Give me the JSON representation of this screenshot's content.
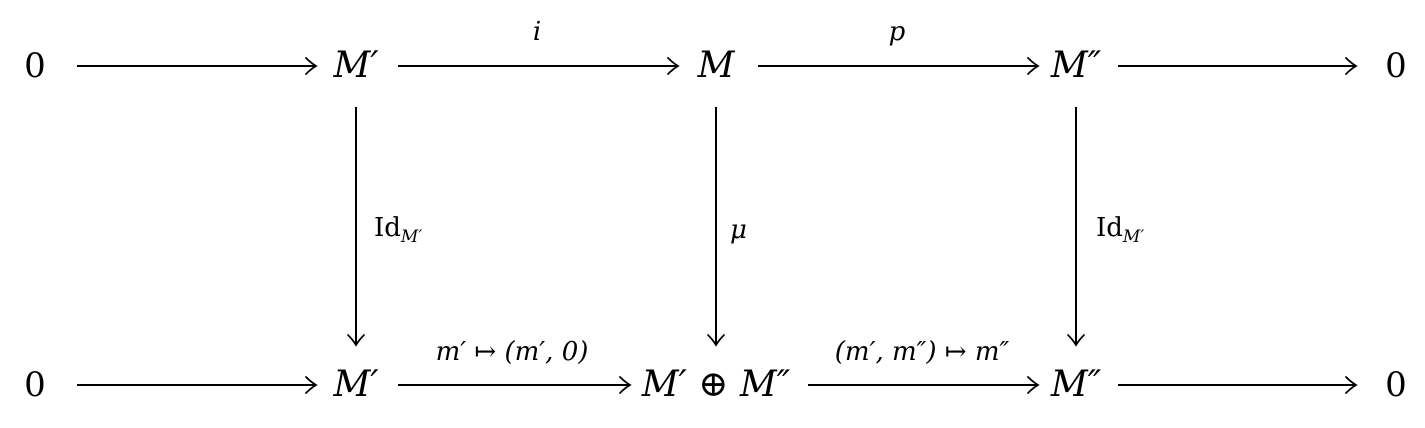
{
  "nodes": {
    "top_zero_left": "0",
    "top_m_prime": "M′",
    "top_m": "M",
    "top_m_double_prime": "M″",
    "top_zero_right": "0",
    "bottom_zero_left": "0",
    "bottom_m_prime": "M′",
    "bottom_direct_sum": "M′ ⊕ M″",
    "bottom_m_double_prime": "M″",
    "bottom_zero_right": "0"
  },
  "labels": {
    "i": "i",
    "p": "p",
    "mu": "μ",
    "left_vertical_base": "Id",
    "left_vertical_sub": "M′",
    "right_vertical_base": "Id",
    "right_vertical_sub": "M′",
    "bottom_inclusion": "m′ ↦ (m′, 0)",
    "bottom_projection": "(m′, m″) ↦ m″"
  }
}
